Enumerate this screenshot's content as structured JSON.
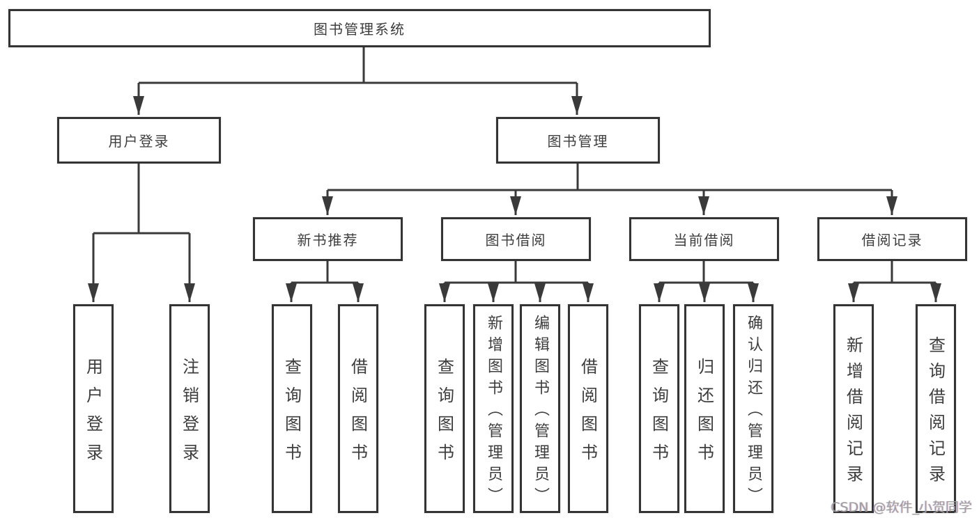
{
  "tree": {
    "label": "图书管理系统",
    "children": [
      {
        "label": "用户登录",
        "children": [
          {
            "label": "用户登录"
          },
          {
            "label": "注销登录"
          }
        ]
      },
      {
        "label": "图书管理",
        "children": [
          {
            "label": "新书推荐",
            "children": [
              {
                "label": "查询图书"
              },
              {
                "label": "借阅图书"
              }
            ]
          },
          {
            "label": "图书借阅",
            "children": [
              {
                "label": "查询图书"
              },
              {
                "label": "新增图书（管理员）"
              },
              {
                "label": "编辑图书（管理员）"
              },
              {
                "label": "借阅图书"
              }
            ]
          },
          {
            "label": "当前借阅",
            "children": [
              {
                "label": "查询图书"
              },
              {
                "label": "归还图书"
              },
              {
                "label": "确认归还（管理员）"
              }
            ]
          },
          {
            "label": "借阅记录",
            "children": [
              {
                "label": "新增借阅记录"
              },
              {
                "label": "查询借阅记录"
              }
            ]
          }
        ]
      }
    ]
  },
  "watermark": {
    "text": "CSDN @软件_小贺同学"
  },
  "colors": {
    "line": "#3a3a3a",
    "box_border": "#343434",
    "text": "#3d3d3d",
    "watermark": "#9e9e9e",
    "background": "#ffffff"
  }
}
